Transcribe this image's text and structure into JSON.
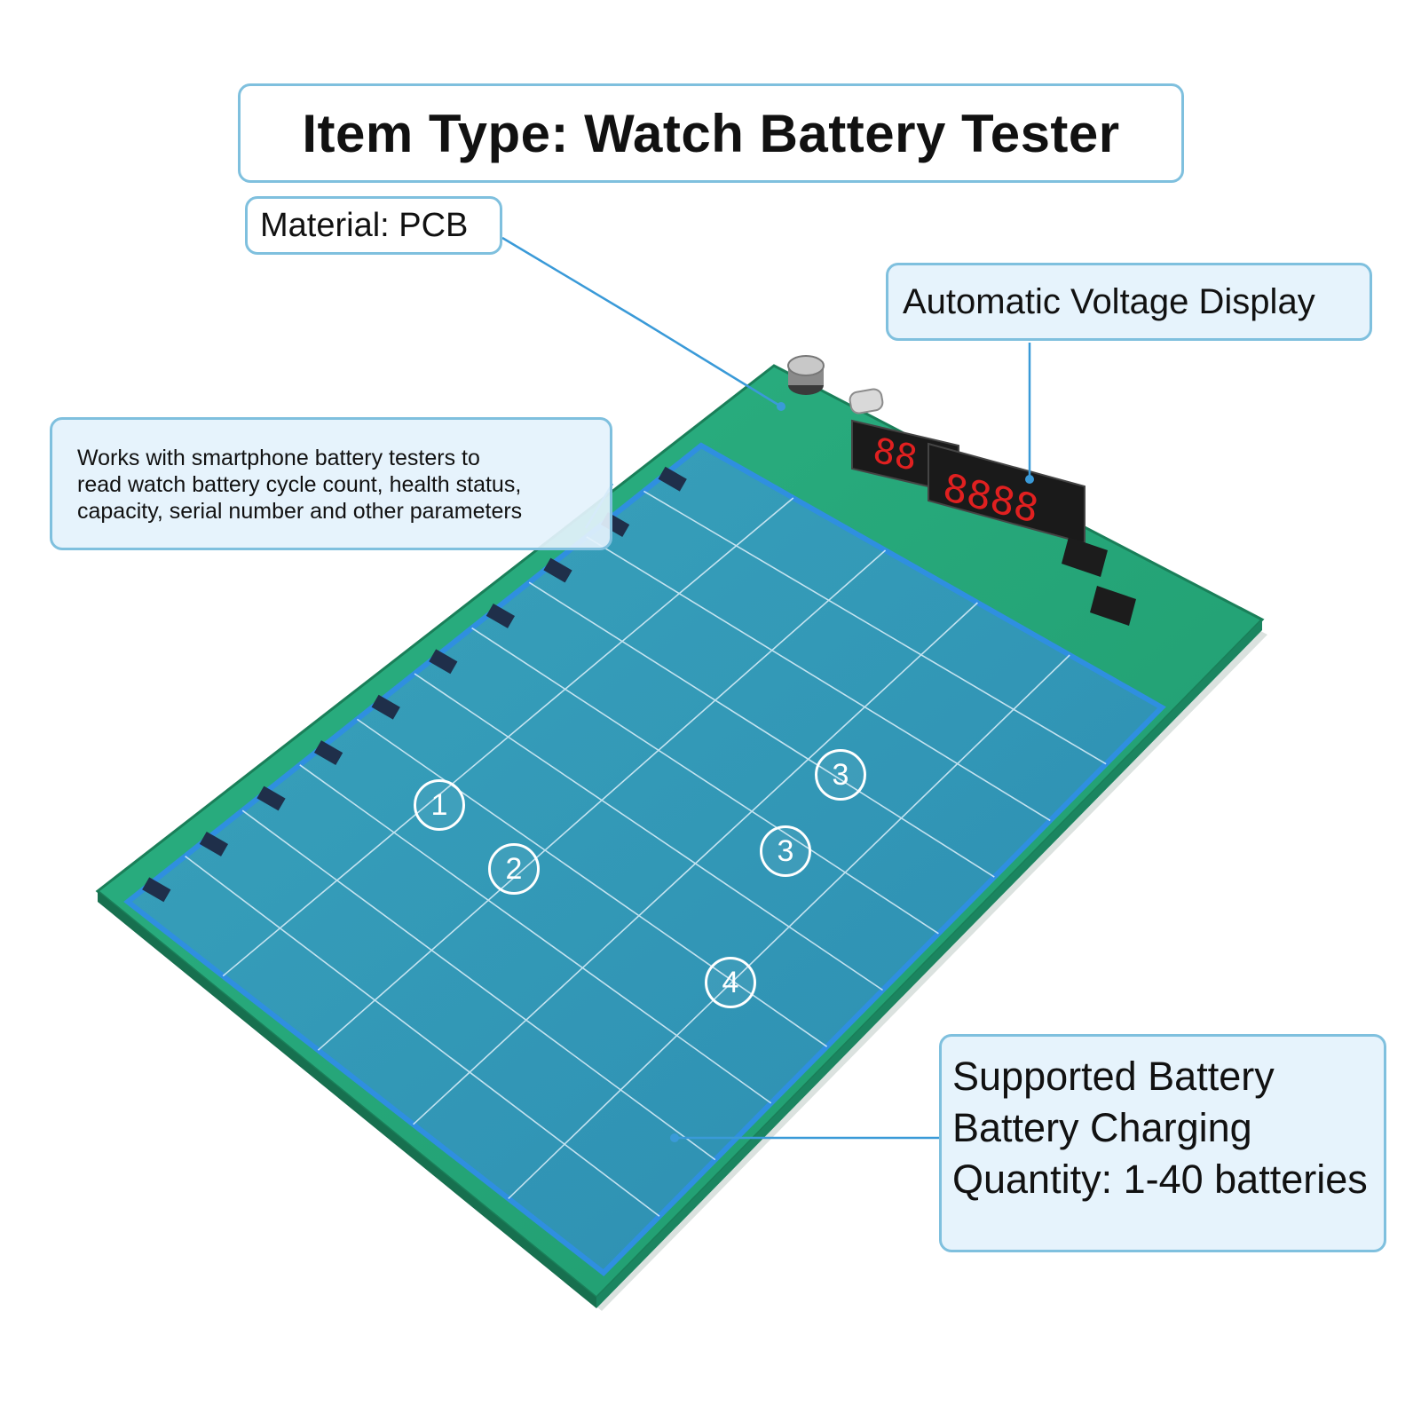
{
  "title": "Item Type: Watch Battery Tester",
  "material": "Material: PCB",
  "voltage_display": "Automatic Voltage Display",
  "works_with": [
    "Works with smartphone battery testers to",
    "read watch battery cycle count, health status,",
    "capacity, serial number and other parameters"
  ],
  "supported": [
    "Supported Battery",
    "Battery Charging",
    "Quantity: 1-40 batteries"
  ],
  "zones": [
    "1",
    "2",
    "3",
    "3",
    "4"
  ],
  "colors": {
    "pcb_green": "#27a87a",
    "highlight_blue": "#2f8fe0",
    "callout_border": "#7fc0de",
    "led_red": "#e02020"
  },
  "icons": {
    "seven_segment_display": "seven-segment-display-icon",
    "capacitor": "capacitor-icon",
    "usb_port": "usb-c-port-icon",
    "ic_chip": "ic-chip-icon"
  }
}
